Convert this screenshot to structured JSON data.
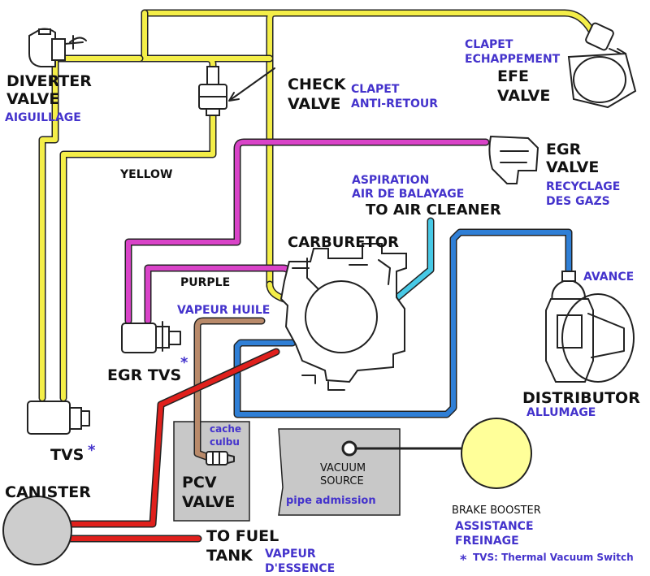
{
  "labels": {
    "diverter_valve": [
      "DIVERTER",
      "VALVE"
    ],
    "aiguillage": "AIGUILLAGE",
    "check_valve": [
      "CHECK",
      "VALVE"
    ],
    "clapet_anti_retour": [
      "CLAPET",
      "ANTI-RETOUR"
    ],
    "clapet_echappement": [
      "CLAPET",
      "ECHAPPEMENT"
    ],
    "efe_valve": [
      "EFE",
      "VALVE"
    ],
    "egr_valve": [
      "EGR",
      "VALVE"
    ],
    "recyclage": [
      "RECYCLAGE",
      "DES GAZS"
    ],
    "yellow": "YELLOW",
    "aspiration": [
      "ASPIRATION",
      "AIR DE BALAYAGE"
    ],
    "to_air_cleaner": "TO AIR CLEANER",
    "carburetor": "CARBURETOR",
    "purple": "PURPLE",
    "vapeur_huile": "VAPEUR HUILE",
    "avance": "AVANCE",
    "egr_tvs": "EGR TVS",
    "star": "*",
    "distributor": "DISTRIBUTOR",
    "allumage": "ALLUMAGE",
    "tvs": "TVS",
    "cache_culbu": [
      "cache",
      "culbu"
    ],
    "pcv_valve": [
      "PCV",
      "VALVE"
    ],
    "vacuum_source": [
      "VACUUM",
      "SOURCE"
    ],
    "pipe_admission": "pipe admission",
    "canister": "CANISTER",
    "brake_booster": "BRAKE BOOSTER",
    "assistance_freinage": [
      "ASSISTANCE",
      "FREINAGE"
    ],
    "to_fuel_tank": [
      "TO FUEL",
      "TANK"
    ],
    "vapeur_essence": [
      "VAPEUR",
      "D'ESSENCE"
    ],
    "tvs_footnote": "TVS: Thermal Vacuum Switch"
  },
  "colors": {
    "yellow_hose": "#f4ee48",
    "purple_hose": "#d943c8",
    "blue_hose": "#2f7fd6",
    "cyan_hose": "#47c9e6",
    "brown_hose": "#b98a6a",
    "red_hose": "#e0201c",
    "annotation_blue": "#4433cc",
    "brake_booster_fill": "#ffff99",
    "gray_box": "#c8c8c8"
  }
}
